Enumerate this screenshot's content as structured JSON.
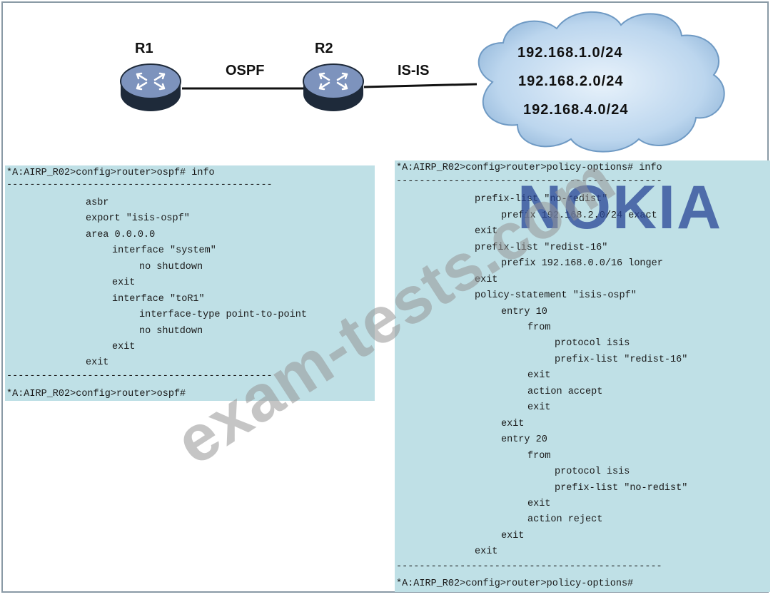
{
  "diagram": {
    "routers": [
      {
        "id": "r1",
        "label": "R1"
      },
      {
        "id": "r2",
        "label": "R2"
      }
    ],
    "links": [
      {
        "label": "OSPF"
      },
      {
        "label": "IS-IS"
      }
    ],
    "cloud_prefixes": [
      "192.168.1.0/24",
      "192.168.2.0/24",
      "192.168.4.0/24"
    ]
  },
  "ospf_panel": {
    "prompt_top": "*A:AIRP_R02>config>router>ospf# info",
    "separator": "----------------------------------------------",
    "lines": [
      "asbr",
      "export \"isis-ospf\"",
      "area 0.0.0.0",
      "interface \"system\"",
      "no shutdown",
      "exit",
      "interface \"toR1\"",
      "interface-type point-to-point",
      "no shutdown",
      "exit",
      "exit"
    ],
    "prompt_bottom": "*A:AIRP_R02>config>router>ospf#"
  },
  "policy_panel": {
    "prompt_top": "*A:AIRP_R02>config>router>policy-options# info",
    "separator": "----------------------------------------------",
    "lines": [
      "prefix-list \"no-redist\"",
      "prefix 192.168.2.0/24 exact",
      "exit",
      "prefix-list \"redist-16\"",
      "prefix 192.168.0.0/16 longer",
      "exit",
      "policy-statement \"isis-ospf\"",
      "entry 10",
      "from",
      "protocol isis",
      "prefix-list \"redist-16\"",
      "exit",
      "action accept",
      "exit",
      "exit",
      "entry 20",
      "from",
      "protocol isis",
      "prefix-list \"no-redist\"",
      "exit",
      "action reject",
      "exit",
      "exit"
    ],
    "prompt_bottom": "*A:AIRP_R02>config>router>policy-options#"
  },
  "watermarks": {
    "site": "exam-tests.com",
    "brand": "NOKIA"
  },
  "colors": {
    "panel_bg": "#bfe0e6",
    "router_fill": "#6f86b2",
    "cloud_fill": "#b6d2ec"
  }
}
